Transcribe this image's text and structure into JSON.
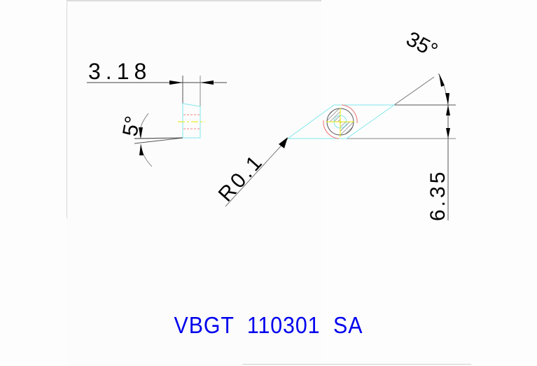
{
  "drawing": {
    "title": "VBGT 110301 SA",
    "colors": {
      "title": "#0000ee",
      "dimension_line": "#555555",
      "insert_outline": "#7fe8ec",
      "hidden_line": "#f08080",
      "center_line": "#e8e800",
      "hole_arc": "#f07070",
      "text": "#000000",
      "background": "#fbfcfb"
    },
    "side_view": {
      "thickness_label": "3.18",
      "clearance_angle_label": "5°"
    },
    "top_view": {
      "included_angle_label": "35°",
      "inscribed_circle_label": "6.35",
      "corner_radius_label": "R0.1"
    }
  }
}
